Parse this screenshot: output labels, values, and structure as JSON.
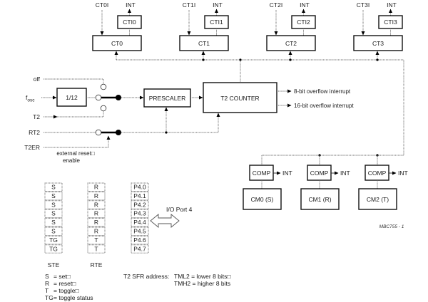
{
  "figure_id": "MBC755 - 1",
  "compare_timer_units": [
    {
      "counter": "CT0",
      "input": "CT0I",
      "interrupt_reg": "CTI0",
      "int": "INT"
    },
    {
      "counter": "CT1",
      "input": "CT1I",
      "interrupt_reg": "CTI1",
      "int": "INT"
    },
    {
      "counter": "CT2",
      "input": "CT2I",
      "interrupt_reg": "CTI2",
      "int": "INT"
    },
    {
      "counter": "CT3",
      "input": "CT3I",
      "interrupt_reg": "CTI3",
      "int": "INT"
    }
  ],
  "inputs": {
    "off": "off",
    "fosc_main": "f",
    "fosc_sub": "osc",
    "t2": "T2",
    "rt2": "RT2",
    "t2er": "T2ER",
    "ext_reset_line1": "external reset□",
    "ext_reset_line2": "enable"
  },
  "blocks": {
    "divider": "1/12",
    "prescaler": "PRESCALER",
    "t2_counter": "T2 COUNTER"
  },
  "outputs": {
    "overflow_8": "8-bit overflow interrupt",
    "overflow_16": "16-bit overflow interrupt"
  },
  "comparators": [
    {
      "comp": "COMP",
      "int": "INT",
      "register": "CM0 (S)"
    },
    {
      "comp": "COMP",
      "int": "INT",
      "register": "CM1 (R)"
    },
    {
      "comp": "COMP",
      "int": "INT",
      "register": "CM2 (T)"
    }
  ],
  "registers": {
    "ste": {
      "label": "STE",
      "bits": [
        "S",
        "S",
        "S",
        "S",
        "S",
        "S",
        "TG",
        "TG"
      ]
    },
    "rte": {
      "label": "RTE",
      "bits": [
        "R",
        "R",
        "R",
        "R",
        "R",
        "R",
        "T",
        "T"
      ]
    },
    "port4": {
      "label": "I/O Port 4",
      "bits": [
        "P4.0",
        "P4.1",
        "P4.2",
        "P4.3",
        "P4.4",
        "P4.5",
        "P4.6",
        "P4.7"
      ]
    }
  },
  "legend": [
    {
      "key": "S",
      "desc": "= set□"
    },
    {
      "key": "R",
      "desc": "= reset□"
    },
    {
      "key": "T",
      "desc": "= toggle□"
    },
    {
      "key": "TG",
      "desc": "= toggle status"
    }
  ],
  "sfr": {
    "label": "T2 SFR address:",
    "line1": "TML2 = lower 8 bits□",
    "line2": "TMH2 = higher 8 bits"
  }
}
